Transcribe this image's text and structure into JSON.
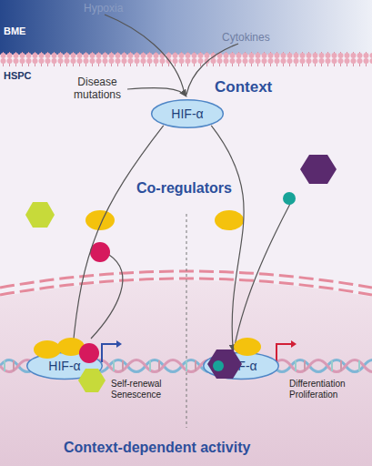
{
  "diagram": {
    "nodes": [
      {
        "text": [
          "HIF-α"
        ]
      },
      {
        "text": [
          "HIF-α"
        ]
      },
      {
        "text": [
          "HIF-α"
        ]
      }
    ],
    "edges": [
      {
        "from": 0,
        "to": 1,
        "arrow": "to"
      },
      {
        "from": 0,
        "to": 2,
        "arrow": "to"
      }
    ],
    "labels": [
      "Hypoxia",
      "Cytokines",
      "BME",
      "HSPC",
      "Disease mutations",
      "Context",
      "Co-regulators",
      "Self-renewal Senescence",
      "Differentiation Proliferation",
      "Context-dependent activity"
    ]
  }
}
